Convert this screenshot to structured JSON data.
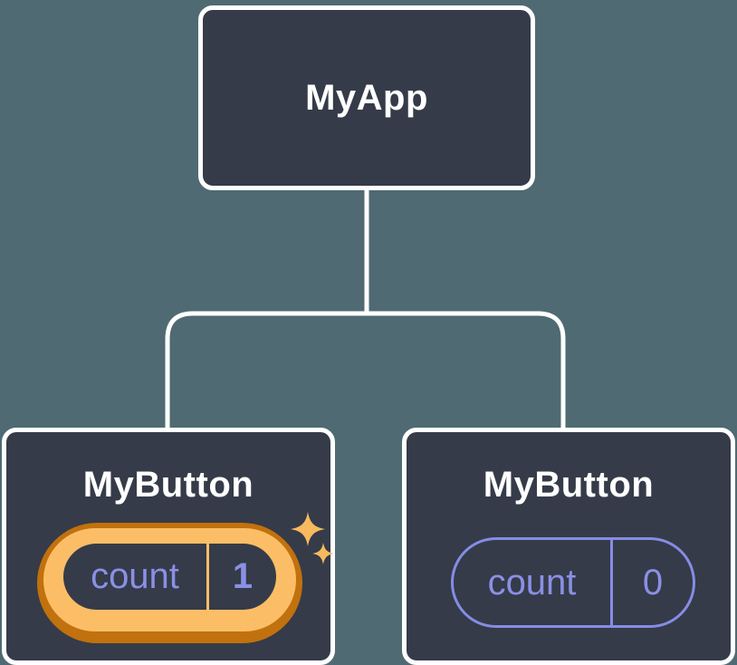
{
  "diagram": {
    "type": "component-tree",
    "root": {
      "label": "MyApp"
    },
    "children": [
      {
        "label": "MyButton",
        "state_key": "count",
        "state_value": "1",
        "highlighted": true
      },
      {
        "label": "MyButton",
        "state_key": "count",
        "state_value": "0",
        "highlighted": false
      }
    ]
  },
  "colors": {
    "background": "#4F6A72",
    "node_fill": "#353B48",
    "node_border": "#FFFFFF",
    "connector": "#FFFFFF",
    "state_text": "#8A90E5",
    "plain_pill_border": "#858CE5",
    "highlight_ring_outer": "#C1710D",
    "highlight_ring_inner": "#FBBE66",
    "sparkle": "#F7BA5E"
  }
}
